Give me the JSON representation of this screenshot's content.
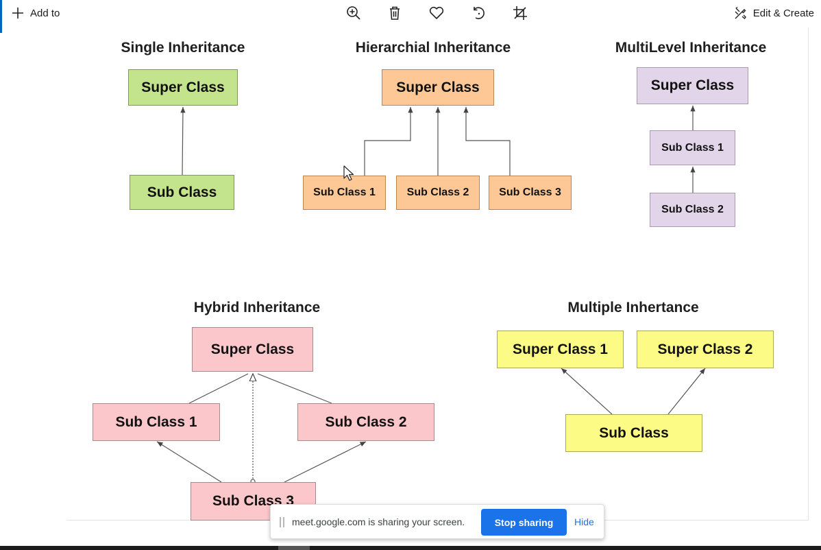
{
  "toolbar": {
    "add_to_label": "Add to",
    "edit_create_label": "Edit & Create",
    "icons": [
      "zoom-in-icon",
      "delete-icon",
      "favorite-icon",
      "rotate-icon",
      "crop-icon"
    ]
  },
  "diagrams": {
    "single": {
      "title": "Single Inheritance",
      "super": "Super Class",
      "sub": "Sub Class"
    },
    "hierarchical": {
      "title": "Hierarchial Inheritance",
      "super": "Super Class",
      "subs": [
        "Sub Class 1",
        "Sub Class 2",
        "Sub Class 3"
      ]
    },
    "multilevel": {
      "title": "MultiLevel Inheritance",
      "super": "Super Class",
      "sub1": "Sub Class 1",
      "sub2": "Sub Class 2"
    },
    "hybrid": {
      "title": "Hybrid Inheritance",
      "super": "Super Class",
      "sub1": "Sub Class 1",
      "sub2": "Sub Class 2",
      "sub3": "Sub Class 3"
    },
    "multiple": {
      "title": "Multiple Inhertance",
      "super1": "Super Class 1",
      "super2": "Super Class 2",
      "sub": "Sub Class"
    }
  },
  "colors": {
    "green": "#c3e38d",
    "orange": "#fdc895",
    "purple": "#e3d5e9",
    "pink": "#fcc7cb",
    "yellow": "#fbfb86",
    "accent": "#1a73e8"
  },
  "sharing_bar": {
    "message": "meet.google.com is sharing your screen.",
    "stop_label": "Stop sharing",
    "hide_label": "Hide"
  }
}
